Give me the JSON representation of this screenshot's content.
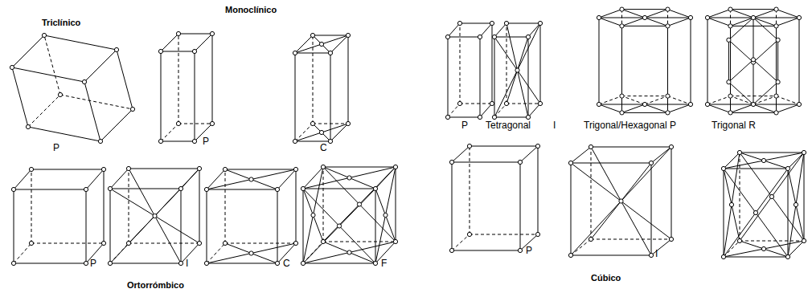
{
  "diagram": {
    "labels": [
      "Triclínico",
      "Monoclínico",
      "P",
      "P",
      "C",
      "P",
      "Tetragonal",
      "I",
      "Trigonal/Hexagonal P",
      "Trigonal R",
      "P",
      "I",
      "C",
      "F",
      "Ortorrómbico",
      "P",
      "I",
      "Cúbico"
    ]
  }
}
